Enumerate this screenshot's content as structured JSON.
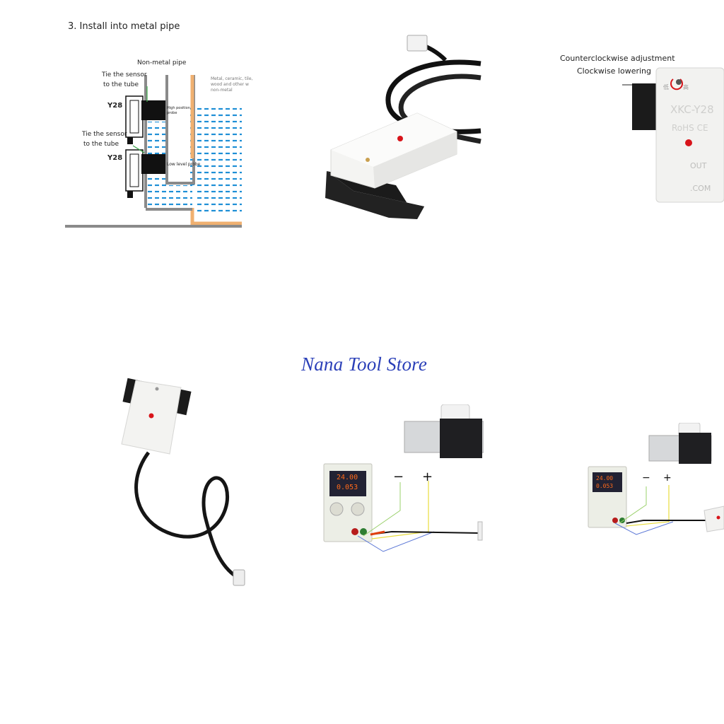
{
  "heading": "3. Install into metal pipe",
  "diagram": {
    "non_metal_pipe": "Non-metal pipe",
    "tie_1": [
      "Tie the sensor",
      "to the tube"
    ],
    "tie_2": [
      "Tie the sensor",
      "to the tube"
    ],
    "model_1": "Y28",
    "model_2": "Y28",
    "high_probe": [
      "High position",
      "probe"
    ],
    "low_probe": "Low level probe",
    "materials": [
      "Metal, ceramic, tile,",
      "wood and other w",
      "non-metal"
    ]
  },
  "closeup": {
    "ccw": "Counterclockwise adjustment",
    "cw": "Clockwise lowering",
    "labels": [
      "XKC-Y28",
      "RoHS CE",
      "OUT",
      ".COM"
    ],
    "knob": [
      "低",
      "高"
    ]
  },
  "store_name": "Nana Tool Store",
  "wiring": {
    "minus": "−",
    "plus": "+",
    "display_voltage": "24.00",
    "display_current": "0.053"
  },
  "colors": {
    "water": "#1e8fd6",
    "pipe_grey": "#8a8a8a",
    "pipe_orange": "#f0b070",
    "led_red": "#d8141a",
    "store_blue": "#2a3fb8"
  }
}
